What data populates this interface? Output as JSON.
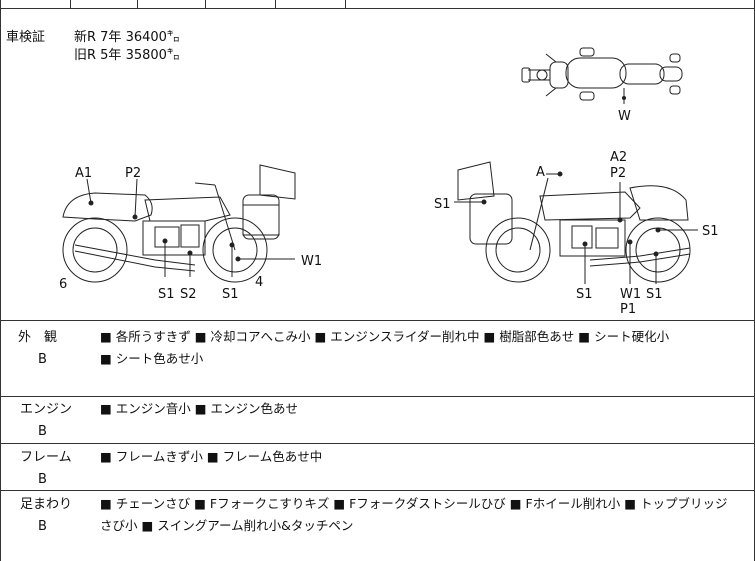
{
  "inspection": {
    "label": "車検証",
    "new_line": "新R  7年  36400㌔",
    "old_line": "旧R  5年  35800㌔"
  },
  "left_bike_marks": {
    "A1": "A1",
    "P2": "P2",
    "W1": "W1",
    "n6": "6",
    "n4": "4",
    "S1a": "S1",
    "S2": "S2",
    "S1b": "S1"
  },
  "right_bike_marks": {
    "A": "A",
    "S1_left": "S1",
    "A2": "A2",
    "P2": "P2",
    "S1_right": "S1",
    "S1_bottom": "S1",
    "W1": "W1",
    "S1_bottom2": "S1",
    "P1": "P1"
  },
  "top_view_marks": {
    "W": "W"
  },
  "rows": [
    {
      "label": "外　観",
      "grade": "B",
      "lines": [
        "■ 各所うすきず ■ 冷却コアへこみ小 ■ エンジンスライダー削れ中 ■ 樹脂部色あせ ■ シート硬化小",
        "■ シート色あせ小"
      ]
    },
    {
      "label": "エンジン",
      "grade": "B",
      "lines": [
        "■ エンジン音小 ■ エンジン色あせ"
      ]
    },
    {
      "label": "フレーム",
      "grade": "B",
      "lines": [
        "■ フレームきず小 ■ フレーム色あせ中"
      ]
    },
    {
      "label": "足まわり",
      "grade": "B",
      "lines": [
        "■ チェーンさび ■ Fフォークこすりキズ ■ Fフォークダストシールひび ■ Fホイール削れ小 ■ トップブリッジ",
        "さび小 ■ スイングアーム削れ小&タッチペン"
      ]
    }
  ]
}
